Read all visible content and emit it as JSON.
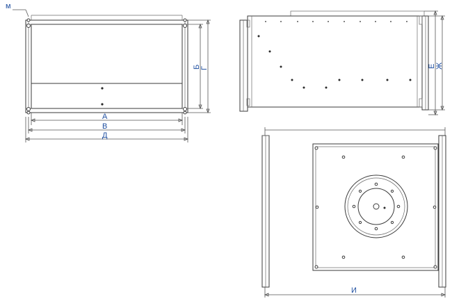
{
  "labels": {
    "m": "м",
    "a": "А",
    "v": "В",
    "d": "Д",
    "b": "Б",
    "g": "Г",
    "e": "Е",
    "zh": "Ж",
    "i": "И"
  },
  "colors": {
    "line": "#3a3a3a",
    "label": "#1f4fa0"
  }
}
